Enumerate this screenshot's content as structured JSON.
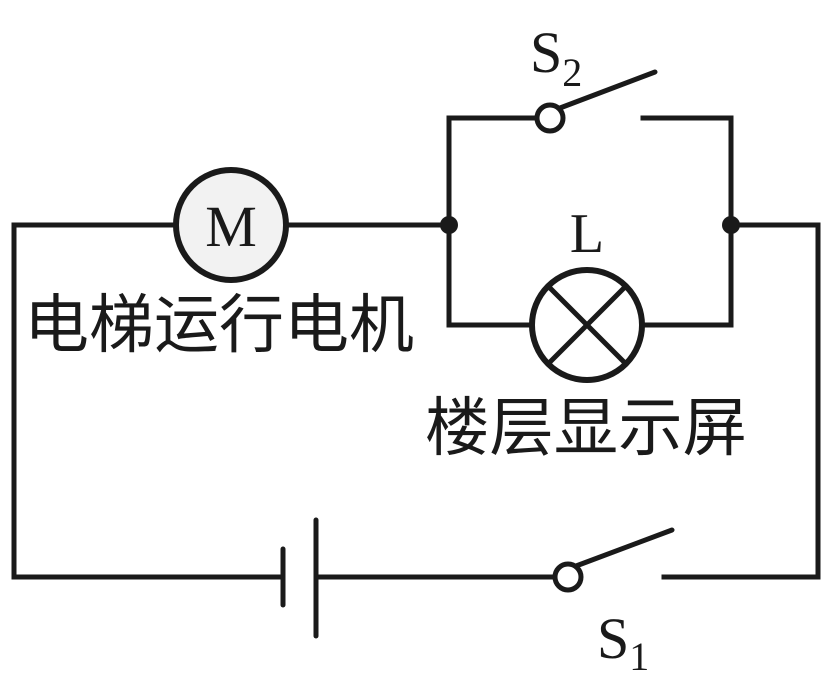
{
  "motor": {
    "symbol": "M",
    "label": "电梯运行电机"
  },
  "lamp": {
    "symbol": "L",
    "label": "楼层显示屏"
  },
  "switch_s1": {
    "letter": "S",
    "subscript": "1"
  },
  "switch_s2": {
    "letter": "S",
    "subscript": "2"
  }
}
